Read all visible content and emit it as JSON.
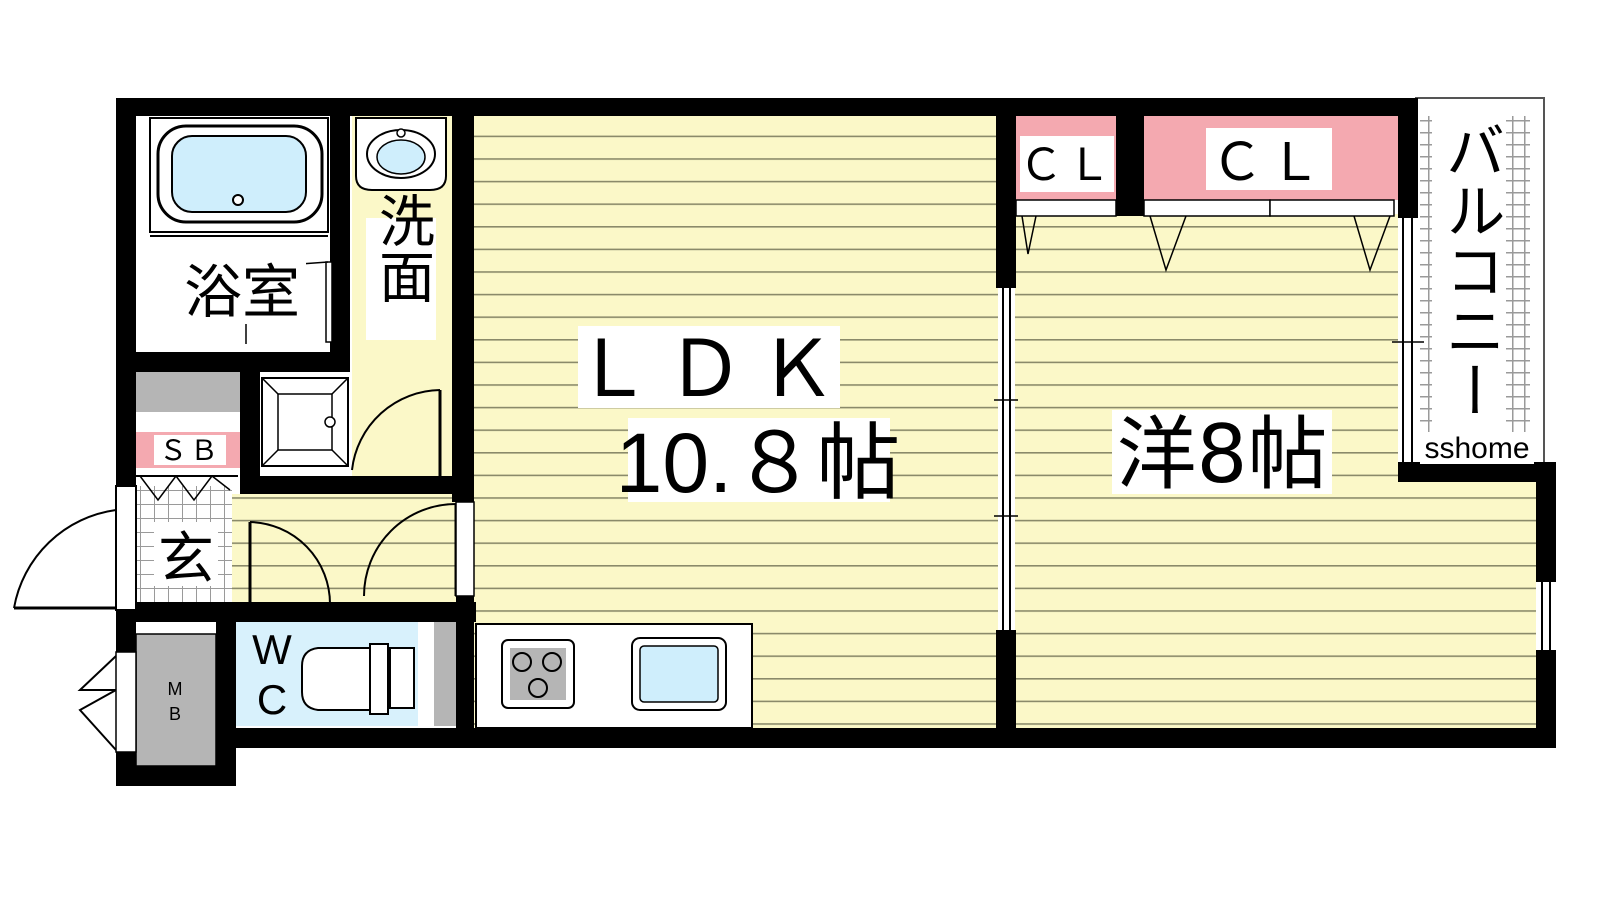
{
  "rooms": {
    "ldk_label": "ＬＤＫ",
    "ldk_size": "10.８帖",
    "western_label": "洋8帖",
    "bathroom": "浴室",
    "washroom": "洗面",
    "entrance": "玄",
    "balcony": "バルコニー",
    "toilet_w": "W",
    "toilet_c": "C",
    "closet_small": "ＣＬ",
    "closet_large": "ＣＬ",
    "shoe_box": "ＳＢ",
    "meter_box_m": "M",
    "meter_box_b": "B"
  },
  "watermark": "sshome",
  "colors": {
    "floor_yellow": "#fbf8c8",
    "wall": "#000000",
    "water_blue": "#cfeefc",
    "closet_pink": "#f4a9b0",
    "gray_area": "#b5b5b5",
    "stripe_line": "#8a8a6a",
    "toilet_blue": "#d8f1fc"
  }
}
